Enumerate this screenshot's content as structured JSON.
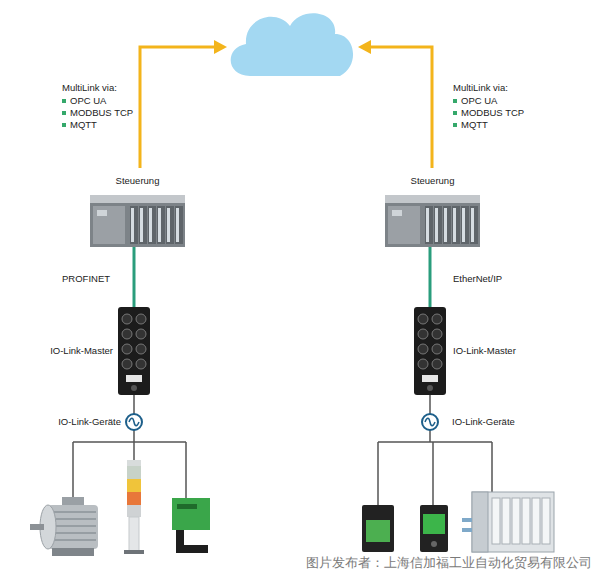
{
  "diagram": {
    "nodes": [
      {
        "text": [
          "Steuerung"
        ]
      },
      {
        "text": [
          "IO-Link-Master"
        ]
      },
      {
        "text": [
          "Steuerung"
        ]
      },
      {
        "text": [
          "IO-Link-Master"
        ]
      }
    ],
    "edges": [
      {
        "from": 0,
        "to": 1,
        "label": "PROFINET",
        "arrow": "none"
      },
      {
        "from": 2,
        "to": 3,
        "label": "EtherNet/IP",
        "arrow": "none"
      }
    ],
    "labels": [
      "MultiLink via:",
      "OPC UA",
      "MODBUS TCP",
      "MQTT",
      "MultiLink via:",
      "OPC UA",
      "MODBUS TCP",
      "MQTT",
      "IO-Link-Geräte",
      "IO-Link-Geräte",
      "图片发布者：上海信加福工业自动化贸易有限公司"
    ]
  }
}
